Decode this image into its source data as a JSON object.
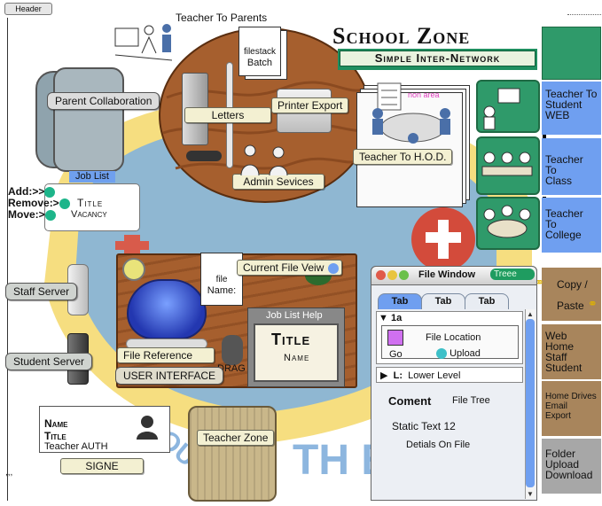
{
  "header": {
    "button_label": "Header"
  },
  "brand": {
    "title": "School Zone",
    "subtitle": "Simple Inter-Network"
  },
  "top_caption": "Teacher To Parents",
  "hub": {
    "filestack_label": "filestack",
    "batch_label": "Batch",
    "letters": "Letters",
    "printer_export": "Printer Export",
    "admin_services": "Admin Sevices",
    "teacher_to_hod": "Teacher To H.O.D."
  },
  "parent_collab": "Parent Collaboration",
  "job_list": {
    "header": "Job List",
    "add": "Add:>>",
    "remove": "Remove:>",
    "move": "Move:>",
    "title": "Title",
    "vacancy": "Vacancy"
  },
  "servers": {
    "staff": "Staff Server",
    "student": "Student Server"
  },
  "desk": {
    "current_file_view": "Current File Veiw",
    "file_label": "file",
    "name_label": "Name:",
    "file_reference": "File Reference",
    "user_interface": "USER INTERFACE",
    "drag": "DRAG",
    "job_list_help": "Job List Help",
    "card_title": "Title",
    "card_name": "Name"
  },
  "auth_card": {
    "name": "Name",
    "title": "Title",
    "teacher_auth": "Teacher AUTH",
    "signe": "SIGNE"
  },
  "teacher_zone": "Teacher Zone",
  "file_window": {
    "title": "File Window",
    "tree_badge": "Treee",
    "tabs": [
      "Tab",
      "Tab",
      "Tab"
    ],
    "section_1a": "1a",
    "file_location": "File Location",
    "go": "Go",
    "upload": "Upload",
    "lower_level_prefix": "L:",
    "lower_level": "Lower Level",
    "coment": "Coment",
    "file_tree": "File Tree",
    "static_text": "Static Text 12",
    "details": "Detials On File"
  },
  "sidebar": {
    "teacher_student_web": [
      "Teacher To",
      "Student",
      "WEB"
    ],
    "teacher_class": [
      "Teacher",
      "To",
      "Class"
    ],
    "teacher_college": [
      "Teacher",
      "To",
      "College"
    ],
    "copy": "Copy /",
    "paste": "Paste",
    "web_home": [
      "Web",
      "Home",
      "Staff",
      "Student"
    ],
    "home_drives": [
      "Home Drives",
      "Email",
      "Export"
    ],
    "folder_upload": [
      "Folder",
      "Upload",
      "Download"
    ]
  },
  "colors": {
    "blue_panel": "#6f9ff0",
    "brown_panel": "#a8855c",
    "gray_panel": "#a7a7a7",
    "green_panel": "#2f9a6a",
    "wood": "#a65f2e",
    "accent_dot": "#1db58a"
  },
  "icons": [
    "lock-icon",
    "chain-link-icon",
    "person-silhouette-icon",
    "folder-icon",
    "printer-icon"
  ]
}
